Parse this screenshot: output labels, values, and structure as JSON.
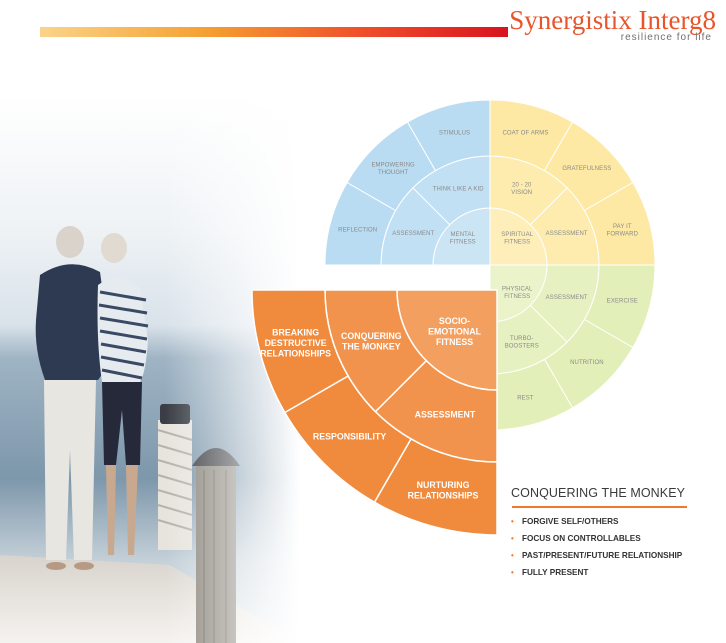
{
  "brand": {
    "name": "Synergistix Interg8",
    "tagline": "resilience for life"
  },
  "wheel": {
    "quadrants": [
      {
        "id": "mental",
        "color": "#b9dcf2",
        "core": "MENTAL\nFITNESS",
        "middle": [
          "ASSESSMENT",
          "THINK LIKE A KID"
        ],
        "outer": [
          "REFLECTION",
          "EMPOWERING\nTHOUGHT",
          "STIMULUS"
        ]
      },
      {
        "id": "spiritual",
        "color": "#fde9a3",
        "core": "SPIRITUAL\nFITNESS",
        "middle": [
          "20 - 20\nVISION",
          "ASSESSMENT"
        ],
        "outer": [
          "COAT OF ARMS",
          "GRATEFULNESS",
          "PAY IT\nFORWARD"
        ]
      },
      {
        "id": "physical",
        "color": "#e3efb8",
        "core": "PHYSICAL\nFITNESS",
        "middle": [
          "ASSESSMENT",
          "TURBO-\nBOOSTERS"
        ],
        "outer": [
          "EXERCISE",
          "NUTRITION",
          "REST"
        ]
      },
      {
        "id": "socio-emotional",
        "color": "#f08a3c",
        "core": "SOCIO-\nEMOTIONAL\nFITNESS",
        "middle": [
          "ASSESSMENT",
          "CONQUERING\nTHE MONKEY"
        ],
        "outer": [
          "NURTURING\nRELATIONSHIPS",
          "RESPONSIBILITY",
          "BREAKING\nDESTRUCTIVE\nRELATIONSHIPS"
        ]
      }
    ]
  },
  "panel": {
    "title": "CONQUERING THE MONKEY",
    "items": [
      "FORGIVE SELF/OTHERS",
      "FOCUS ON CONTROLLABLES",
      "PAST/PRESENT/FUTURE RELATIONSHIP",
      "FULLY PRESENT"
    ]
  }
}
